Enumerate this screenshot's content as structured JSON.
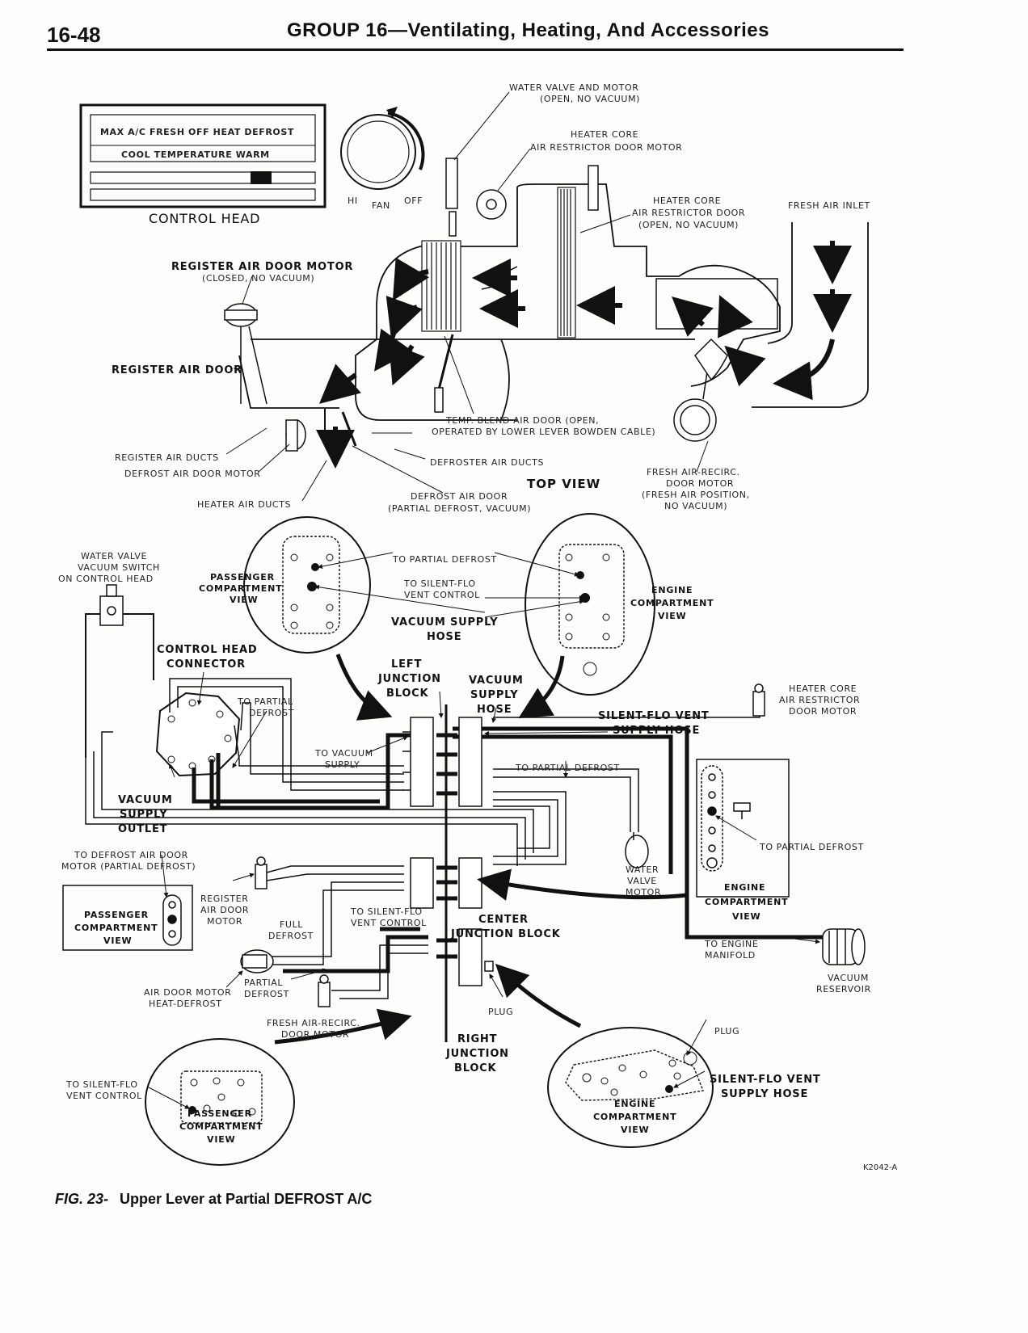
{
  "header": {
    "page_number": "16-48",
    "title": "GROUP 16—Ventilating, Heating, And Accessories"
  },
  "control_head": {
    "modes": "MAX A/C FRESH OFF HEAT DEFROST",
    "temperature": "COOL TEMPERATURE WARM",
    "label": "CONTROL HEAD",
    "fan_hi": "HI",
    "fan_label": "FAN",
    "fan_off": "OFF"
  },
  "top_view": {
    "water_valve_1": "WATER VALVE AND MOTOR",
    "water_valve_2": "(OPEN, NO VACUUM)",
    "heater_core_motor_1": "HEATER CORE",
    "heater_core_motor_2": "AIR RESTRICTOR DOOR MOTOR",
    "heater_core_door_1": "HEATER CORE",
    "heater_core_door_2": "AIR RESTRICTOR DOOR",
    "heater_core_door_3": "(OPEN, NO VACUUM)",
    "fresh_air_inlet": "FRESH AIR INLET",
    "register_motor_1": "REGISTER AIR DOOR MOTOR",
    "register_motor_2": "(CLOSED, NO VACUUM)",
    "register_air_door": "REGISTER AIR DOOR",
    "temp_blend_1": "TEMP. BLEND AIR DOOR (OPEN,",
    "temp_blend_2": "OPERATED BY LOWER LEVER BOWDEN CABLE)",
    "register_air_ducts": "REGISTER AIR DUCTS",
    "defrost_air_door_motor": "DEFROST AIR DOOR MOTOR",
    "heater_air_ducts": "HEATER AIR DUCTS",
    "defroster_air_ducts": "DEFROSTER AIR DUCTS",
    "defrost_air_door_1": "DEFROST AIR DOOR",
    "defrost_air_door_2": "(PARTIAL DEFROST, VACUUM)",
    "top_view_label": "TOP VIEW",
    "fresh_recirc_1": "FRESH AIR-RECIRC.",
    "fresh_recirc_2": "DOOR MOTOR",
    "fresh_recirc_3": "(FRESH AIR POSITION,",
    "fresh_recirc_4": "NO VACUUM)"
  },
  "vacuum": {
    "water_valve_switch_1": "WATER VALVE",
    "water_valve_switch_2": "VACUUM SWITCH",
    "water_valve_switch_3": "ON CONTROL HEAD",
    "passenger_view_1a": "PASSENGER",
    "passenger_view_1b": "COMPARTMENT",
    "passenger_view_1c": "VIEW",
    "to_partial_defrost_top": "TO PARTIAL DEFROST",
    "to_silent_flo_1": "TO SILENT-FLO",
    "to_silent_flo_2": "VENT CONTROL",
    "vacuum_supply_hose_1": "VACUUM SUPPLY",
    "vacuum_supply_hose_2": "HOSE",
    "engine_view_1a": "ENGINE",
    "engine_view_1b": "COMPARTMENT",
    "engine_view_1c": "VIEW",
    "control_head_connector_1": "CONTROL HEAD",
    "control_head_connector_2": "CONNECTOR",
    "left_junction_1": "LEFT",
    "left_junction_2": "JUNCTION",
    "left_junction_3": "BLOCK",
    "vac_supply_hose_mid_1": "VACUUM",
    "vac_supply_hose_mid_2": "SUPPLY",
    "vac_supply_hose_mid_3": "HOSE",
    "to_partial_defrost_left_1": "TO PARTIAL",
    "to_partial_defrost_left_2": "DEFROST",
    "heater_core_restrictor_1": "HEATER CORE",
    "heater_core_restrictor_2": "AIR RESTRICTOR",
    "heater_core_restrictor_3": "DOOR MOTOR",
    "silent_flo_supply_1": "SILENT-FLO VENT",
    "silent_flo_supply_2": "SUPPLY HOSE",
    "to_vacuum_supply_1": "TO VACUUM",
    "to_vacuum_supply_2": "SUPPLY",
    "to_partial_defrost_mid": "TO PARTIAL DEFROST",
    "vacuum_supply_outlet_1": "VACUUM",
    "vacuum_supply_outlet_2": "SUPPLY",
    "vacuum_supply_outlet_3": "OUTLET",
    "to_partial_defrost_right": "TO PARTIAL DEFROST",
    "to_defrost_motor_1": "TO DEFROST AIR DOOR",
    "to_defrost_motor_2": "MOTOR (PARTIAL DEFROST)",
    "water_valve_motor_1": "WATER",
    "water_valve_motor_2": "VALVE",
    "water_valve_motor_3": "MOTOR",
    "engine_view_2a": "ENGINE",
    "engine_view_2b": "COMPARTMENT",
    "engine_view_2c": "VIEW",
    "register_motor_1": "REGISTER",
    "register_motor_2": "AIR DOOR",
    "register_motor_3": "MOTOR",
    "passenger_view_2a": "PASSENGER",
    "passenger_view_2b": "COMPARTMENT",
    "passenger_view_2c": "VIEW",
    "full_defrost_1": "FULL",
    "full_defrost_2": "DEFROST",
    "to_silent_flo_b_1": "TO SILENT-FLO",
    "to_silent_flo_b_2": "VENT CONTROL",
    "center_junction_1": "CENTER",
    "center_junction_2": "JUNCTION BLOCK",
    "to_engine_manifold_1": "TO ENGINE",
    "to_engine_manifold_2": "MANIFOLD",
    "vacuum_reservoir_1": "VACUUM",
    "vacuum_reservoir_2": "RESERVOIR",
    "air_door_motor_hd_1": "AIR DOOR MOTOR",
    "air_door_motor_hd_2": "HEAT-DEFROST",
    "partial_defrost_1": "PARTIAL",
    "partial_defrost_2": "DEFROST",
    "plug_1": "PLUG",
    "fresh_recirc_motor_1": "FRESH AIR-RECIRC.",
    "fresh_recirc_motor_2": "DOOR MOTOR",
    "right_junction_1": "RIGHT",
    "right_junction_2": "JUNCTION",
    "right_junction_3": "BLOCK",
    "plug_2": "PLUG",
    "to_silent_flo_c_1": "TO SILENT-FLO",
    "to_silent_flo_c_2": "VENT CONTROL",
    "passenger_view_3a": "PASSENGER",
    "passenger_view_3b": "COMPARTMENT",
    "passenger_view_3c": "VIEW",
    "silent_flo_supply_b_1": "SILENT-FLO VENT",
    "silent_flo_supply_b_2": "SUPPLY HOSE",
    "engine_view_3a": "ENGINE",
    "engine_view_3b": "COMPARTMENT",
    "engine_view_3c": "VIEW"
  },
  "figure": {
    "id": "K2042-A",
    "caption_num": "FIG. 23-",
    "caption_text": "Upper Lever at Partial DEFROST A/C"
  }
}
